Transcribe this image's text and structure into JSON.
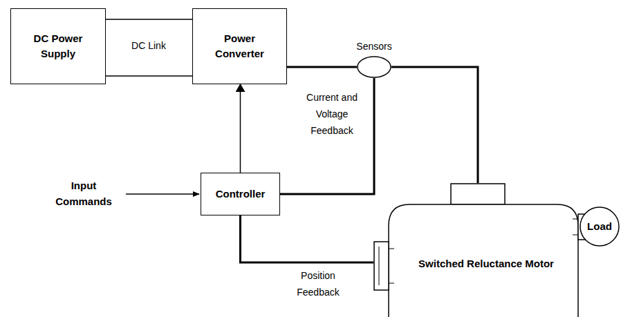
{
  "diagram": {
    "nodes": [
      {
        "text": [
          "DC Power Supply"
        ]
      },
      {
        "text": [
          "Power Converter"
        ]
      },
      {
        "text": [
          "Sensors"
        ]
      },
      {
        "text": [
          "Controller"
        ]
      },
      {
        "text": [
          "Switched Reluctance Motor"
        ]
      },
      {
        "text": [
          "Load"
        ]
      }
    ],
    "edges": [
      {
        "from": 0,
        "to": 1,
        "label": "DC Link",
        "arrow": "none"
      },
      {
        "from": 1,
        "to": 2,
        "arrow": "none"
      },
      {
        "from": 2,
        "to": 4,
        "arrow": "none"
      },
      {
        "from": 2,
        "to": 3,
        "label": "Current and Voltage Feedback",
        "arrow": "none"
      },
      {
        "from": 3,
        "to": 1,
        "arrow": "to"
      },
      {
        "from": 4,
        "to": 3,
        "label": "Position Feedback",
        "arrow": "none"
      },
      {
        "from": 4,
        "to": 5,
        "arrow": "none"
      }
    ],
    "labels": [
      "Input Commands"
    ]
  }
}
